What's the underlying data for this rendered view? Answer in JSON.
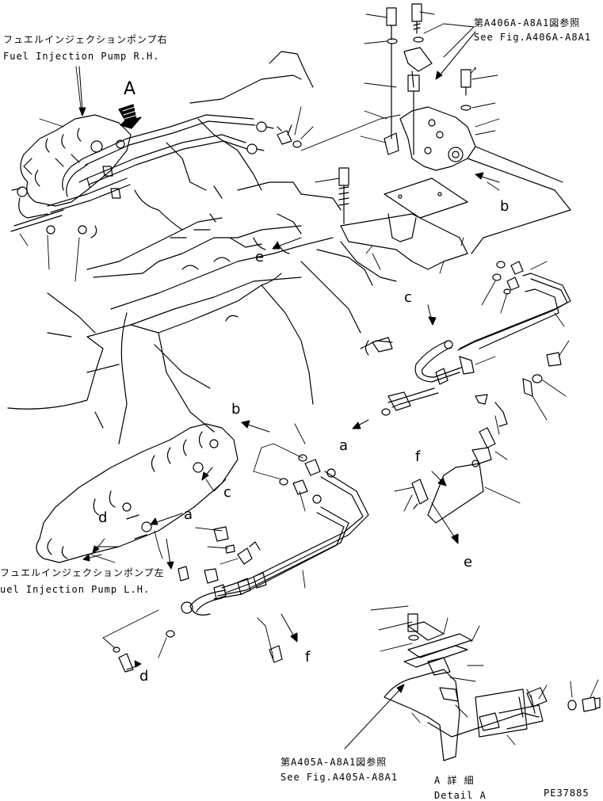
{
  "labels": {
    "pump_rh_jp": "フュエルインジェクションポンプ右",
    "pump_rh_en": "Fuel Injection Pump R.H.",
    "ref_a406_jp": "第A406A-A8A1図参照",
    "ref_a406_en": "See Fig.A406A-A8A1",
    "pump_lh_jp": "フュエルインジェクションポンプ左",
    "pump_lh_en": "uel Injection Pump L.H.",
    "ref_a405_jp": "第A405A-A8A1図参照",
    "ref_a405_en": "See Fig.A405A-A8A1",
    "detail_jp": "A 詳 細",
    "detail_en": "Detail A",
    "drawing_no": "PE37885"
  },
  "letters": {
    "A": "A",
    "a1": "a",
    "a2": "a",
    "b1": "b",
    "b2": "b",
    "c1": "c",
    "c2": "c",
    "d1": "d",
    "d2": "d",
    "e1": "e",
    "e2": "e",
    "f1": "f",
    "f2": "f"
  }
}
